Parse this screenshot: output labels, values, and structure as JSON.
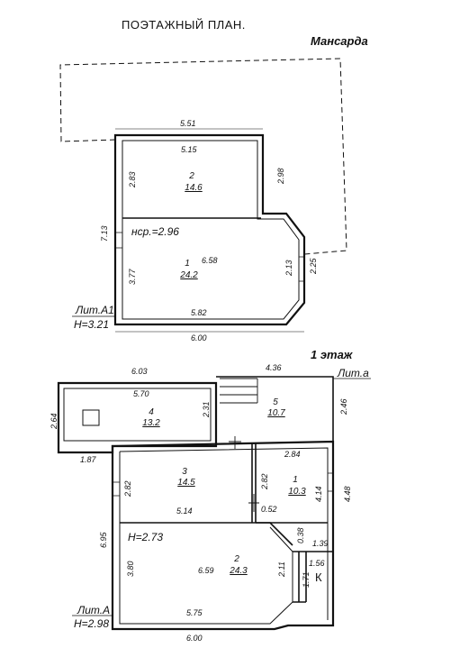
{
  "title": "ПОЭТАЖНЫЙ ПЛАН.",
  "floors": {
    "attic": {
      "heading": "Мансарда",
      "lit": "Лит.А1",
      "height": "H=3.21",
      "height_note": "нср.=2.96",
      "rooms": [
        {
          "num": "2",
          "area": "14.6"
        },
        {
          "num": "1",
          "area": "24.2"
        }
      ],
      "dims": {
        "top": "5.51",
        "inner_top": "5.15",
        "left_upper": "2.83",
        "right_upper": "2.98",
        "left_outer": "7.13",
        "left_lower": "3.77",
        "width_mid": "6.58",
        "right_bay": "2.13",
        "right_outer": "2.25",
        "bottom_inner": "5.82",
        "bottom": "6.00"
      }
    },
    "first": {
      "heading": "1 этаж",
      "lit_a": "Лит.а",
      "lit": "Лит.А",
      "height": "H=2.98",
      "height_note": "H=2.73",
      "rooms": [
        {
          "num": "4",
          "area": "13.2"
        },
        {
          "num": "5",
          "area": "10.7"
        },
        {
          "num": "3",
          "area": "14.5"
        },
        {
          "num": "1",
          "area": "10.3"
        },
        {
          "num": "2",
          "area": "24.3"
        }
      ],
      "room_k": "К",
      "dims": {
        "top_left": "6.03",
        "top_right": "4.36",
        "r4_width": "5.70",
        "r4_height": "2.31",
        "left_outer": "2.64",
        "right_outer": "2.46",
        "step": "1.87",
        "r1_width": "2.84",
        "r3_height": "2.82",
        "r1_height": "2.82",
        "r1_right": "4.14",
        "right_total": "4.48",
        "r3_width": "5.14",
        "gap": "0.52",
        "diag": "0.38",
        "k_w": "1.39",
        "k_w2": "1.56",
        "left_total": "6.95",
        "r2_left": "3.80",
        "r2_width": "6.59",
        "r2_bay": "2.11",
        "k_h": "1.71",
        "bottom_inner": "5.75",
        "bottom": "6.00"
      }
    }
  }
}
